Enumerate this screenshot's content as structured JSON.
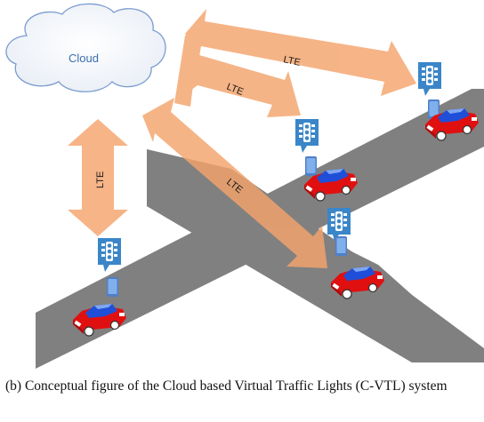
{
  "cloud": {
    "label": "Cloud"
  },
  "links": {
    "top": "LTE",
    "middle": "LTE",
    "diagonal": "LTE",
    "vertical": "LTE"
  },
  "caption": "(b) Conceptual figure of the Cloud based Virtual Traffic Lights (C-VTL) system",
  "colors": {
    "road": "#808080",
    "arrow": "#f4a46c",
    "car_body": "#e01010",
    "car_roof": "#1f4fd8",
    "traffic_light": "#3a86c8",
    "phone": "#5a8fd6",
    "cloud_stroke": "#7a9ccf"
  }
}
